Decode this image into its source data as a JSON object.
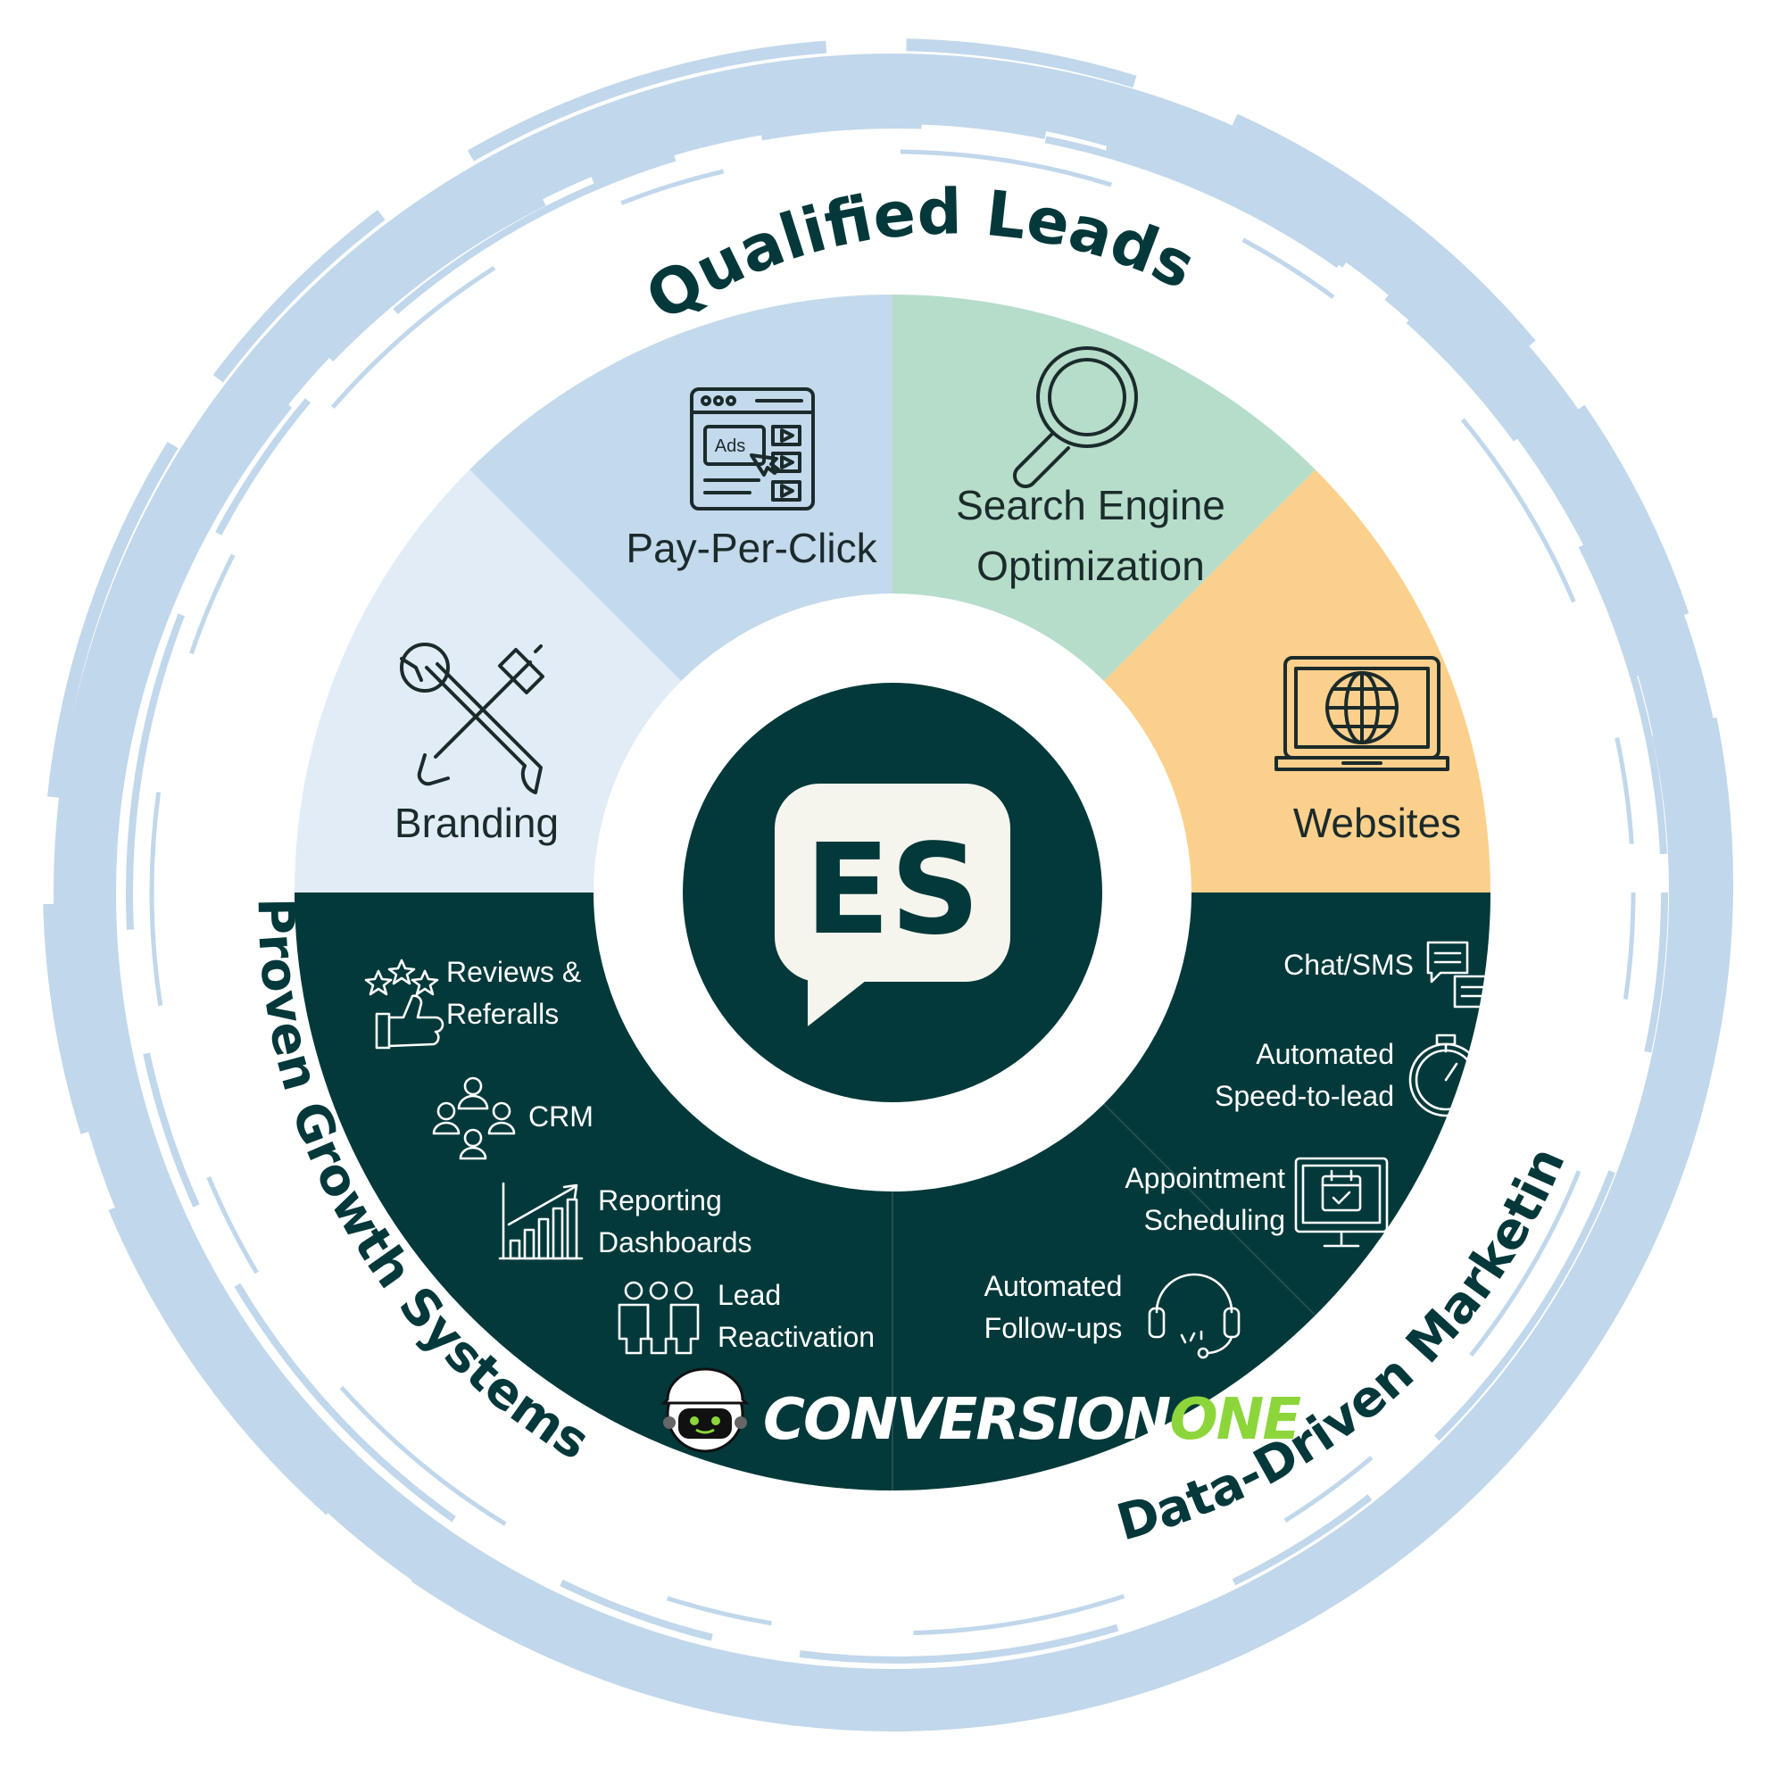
{
  "arc_titles": {
    "top": "Qualified Leads",
    "left": "Proven Growth Systems",
    "right": "Data-Driven Marketing"
  },
  "center_logo": {
    "text": "ES"
  },
  "segments": {
    "pay_per_click": {
      "label": "Pay-Per-Click",
      "icon_text": "Ads",
      "color": "#c3d9ec"
    },
    "seo": {
      "line1": "Search Engine",
      "line2": "Optimization",
      "color": "#b6ddca"
    },
    "websites": {
      "label": "Websites",
      "color": "#fbd08c"
    },
    "branding": {
      "label": "Branding",
      "color": "#e1ecf6"
    }
  },
  "left_services": {
    "reviews": {
      "line1": "Reviews &",
      "line2": "Referalls"
    },
    "crm": {
      "line1": "CRM"
    },
    "reporting": {
      "line1": "Reporting",
      "line2": "Dashboards"
    },
    "reactivation": {
      "line1": "Lead",
      "line2": "Reactivation"
    }
  },
  "right_services": {
    "chat": {
      "line1": "Chat/SMS"
    },
    "speed": {
      "line1": "Automated",
      "line2": "Speed-to-lead"
    },
    "appointment": {
      "line1": "Appointment",
      "line2": "Scheduling"
    },
    "followups": {
      "line1": "Automated",
      "line2": "Follow-ups"
    }
  },
  "brand": {
    "part1": "CONVERSION",
    "part2": "ONE",
    "accent": "#8cd63b"
  },
  "colors": {
    "dark": "#03393a",
    "ring": "#c1d7eb",
    "title": "#04383a"
  }
}
